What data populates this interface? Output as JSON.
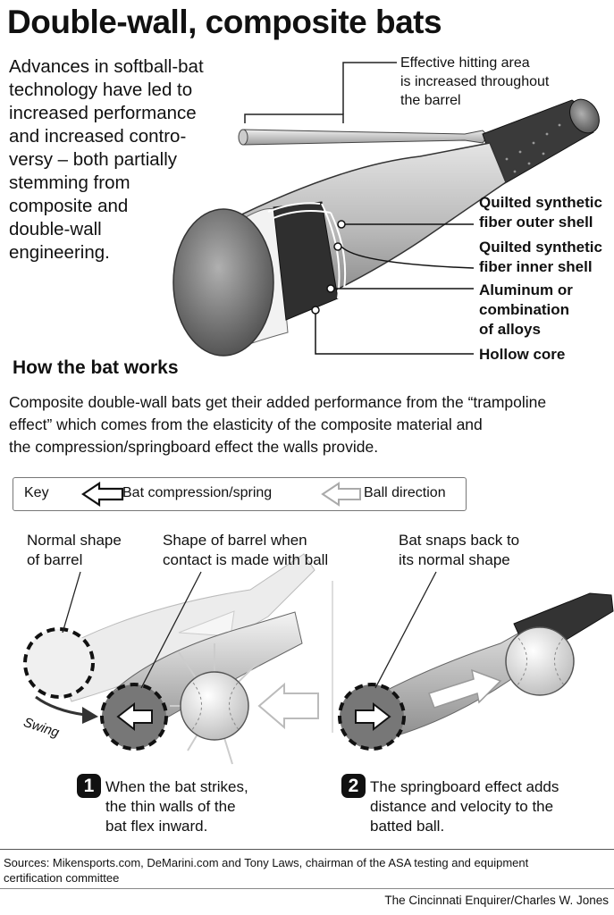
{
  "title": "Double-wall, composite bats",
  "intro_lines": [
    "Advances in softball-bat",
    "technology have led to",
    "increased performance",
    "and increased contro-",
    "versy – both partially",
    "stemming from",
    "composite and",
    "double-wall",
    "engineering."
  ],
  "hitting_area_lines": [
    "Effective hitting area",
    "is increased throughout",
    "the barrel"
  ],
  "layers": [
    {
      "lines": [
        "Quilted synthetic",
        "fiber outer shell"
      ]
    },
    {
      "lines": [
        "Quilted synthetic",
        "fiber inner shell"
      ]
    },
    {
      "lines": [
        "Aluminum or",
        "combination",
        "of alloys"
      ]
    },
    {
      "lines": [
        "Hollow core"
      ]
    }
  ],
  "subhead": "How the bat works",
  "explanation_lines": [
    "Composite double-wall bats get their added performance from the “trampoline",
    "effect” which comes from the elasticity of the composite material and",
    "the compression/springboard effect the walls provide."
  ],
  "key": {
    "label": "Key",
    "compression_label": "Bat compression/spring",
    "ball_label": "Ball direction"
  },
  "callouts": {
    "normal_shape": [
      "Normal shape",
      "of barrel"
    ],
    "contact_shape": [
      "Shape of barrel when",
      "contact is made with ball"
    ],
    "snaps_back": [
      "Bat snaps back to",
      "its normal shape"
    ],
    "swing": "Swing"
  },
  "steps": [
    {
      "number": "1",
      "lines": [
        "When the bat strikes,",
        "the thin walls of the",
        "bat flex inward."
      ]
    },
    {
      "number": "2",
      "lines": [
        "The springboard effect adds",
        "distance and velocity to the",
        "batted ball."
      ]
    }
  ],
  "sources_lines": [
    "Sources: Mikensports.com, DeMarini.com and Tony Laws, chairman of the ASA testing and equipment",
    "certification committee"
  ],
  "credit": "The Cincinnati Enquirer/Charles W. Jones"
}
